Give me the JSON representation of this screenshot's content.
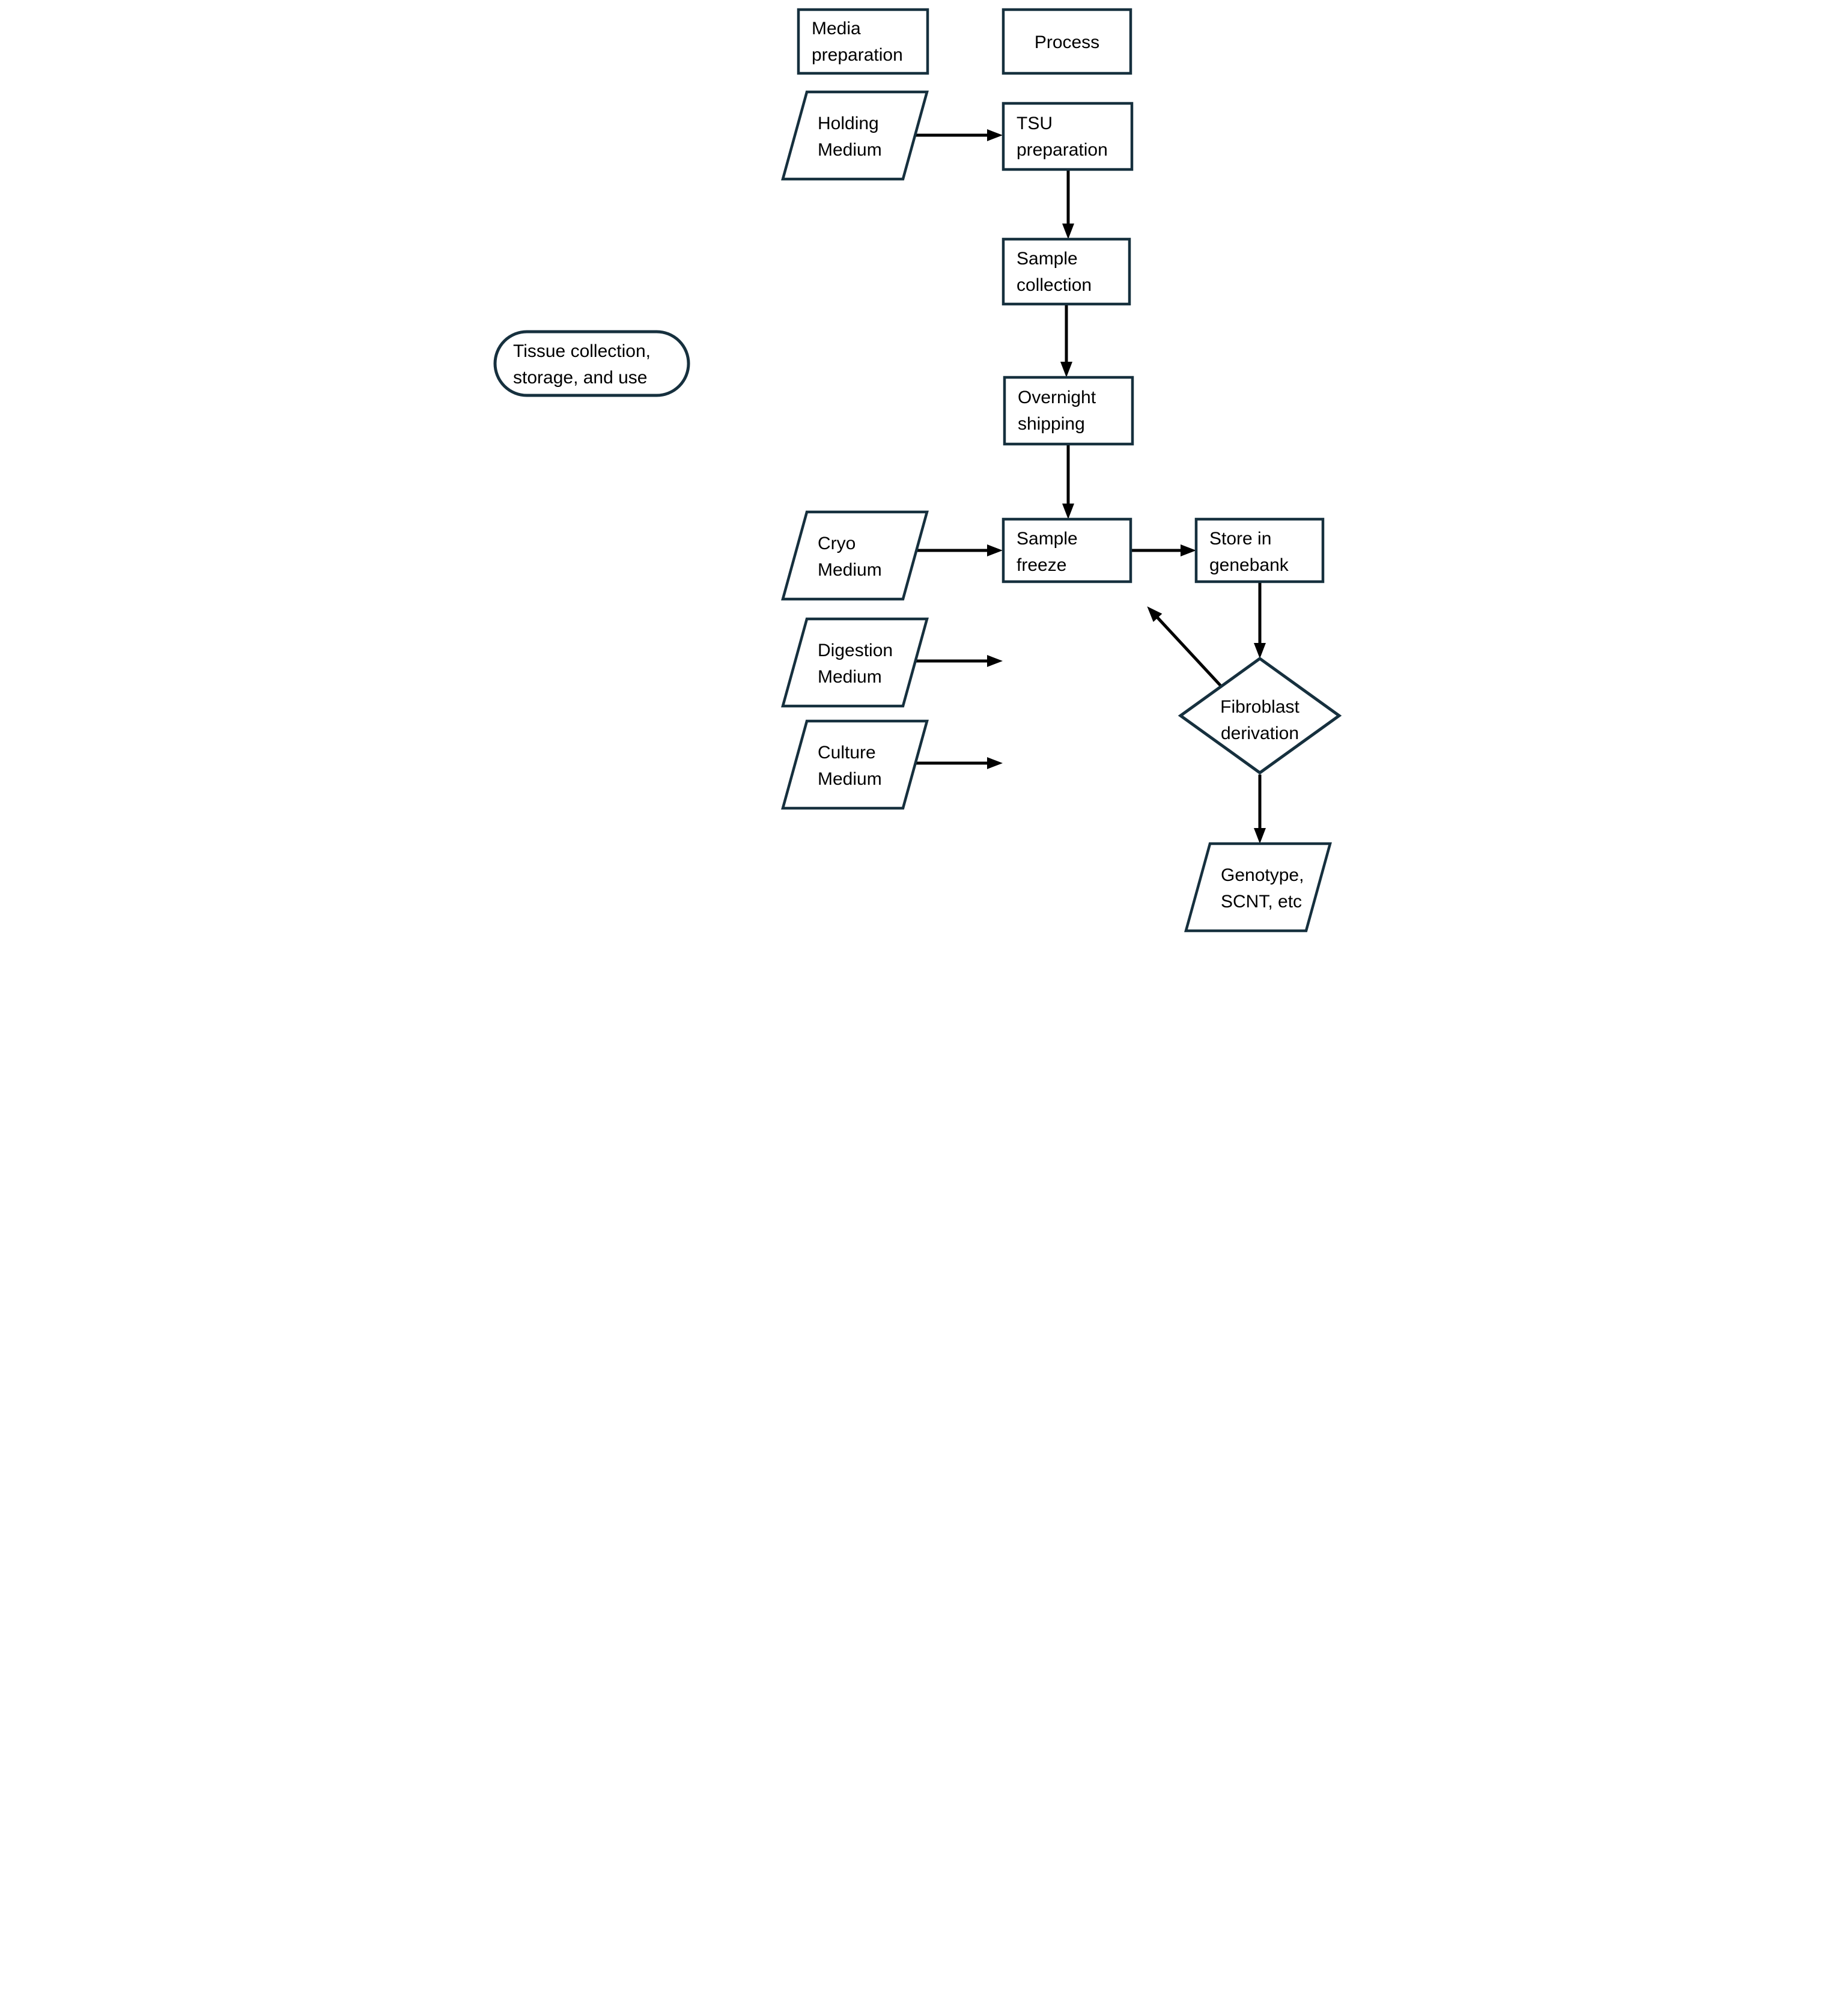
{
  "diagram": {
    "kind": "flowchart",
    "background": "#ffffff"
  },
  "colors": {
    "shape_border": "#16303e",
    "arrow": "#000000",
    "text": "#000000",
    "shape_fill": "#ffffff"
  },
  "nodes": {
    "media_preparation": {
      "shape": "process-rectangle",
      "line1": "Media",
      "line2": "preparation"
    },
    "process": {
      "shape": "process-rectangle",
      "line1": "Process"
    },
    "holding_medium": {
      "shape": "data-parallelogram",
      "line1": "Holding",
      "line2": "Medium"
    },
    "tsu_preparation": {
      "shape": "process-rectangle",
      "line1": "TSU",
      "line2": "preparation"
    },
    "sample_collection": {
      "shape": "process-rectangle",
      "line1": "Sample",
      "line2": "collection"
    },
    "overnight_shipping": {
      "shape": "process-rectangle",
      "line1": "Overnight",
      "line2": "shipping"
    },
    "tissue_collection": {
      "shape": "terminator-stadium",
      "line1": "Tissue collection,",
      "line2": "storage, and use"
    },
    "cryo_medium": {
      "shape": "data-parallelogram",
      "line1": "Cryo",
      "line2": "Medium"
    },
    "sample_freeze": {
      "shape": "process-rectangle",
      "line1": "Sample",
      "line2": "freeze"
    },
    "store_in_genebank": {
      "shape": "process-rectangle",
      "line1": "Store in",
      "line2": "genebank"
    },
    "fibroblast_derivation": {
      "shape": "decision-diamond",
      "line1": "Fibroblast",
      "line2": "derivation"
    },
    "genotype_scnt": {
      "shape": "data-parallelogram",
      "line1": "Genotype,",
      "line2": "SCNT, etc"
    },
    "digestion_medium": {
      "shape": "data-parallelogram",
      "line1": "Digestion",
      "line2": "Medium"
    },
    "culture_medium": {
      "shape": "data-parallelogram",
      "line1": "Culture",
      "line2": "Medium"
    }
  },
  "edges": [
    {
      "from": "holding_medium",
      "to": "tsu_preparation"
    },
    {
      "from": "tsu_preparation",
      "to": "sample_collection"
    },
    {
      "from": "sample_collection",
      "to": "overnight_shipping"
    },
    {
      "from": "overnight_shipping",
      "to": "sample_freeze"
    },
    {
      "from": "cryo_medium",
      "to": "sample_freeze"
    },
    {
      "from": "sample_freeze",
      "to": "store_in_genebank"
    },
    {
      "from": "store_in_genebank",
      "to": "fibroblast_derivation"
    },
    {
      "from": "fibroblast_derivation",
      "to": "sample_freeze"
    },
    {
      "from": "fibroblast_derivation",
      "to": "genotype_scnt"
    },
    {
      "from": "digestion_medium",
      "to": ""
    },
    {
      "from": "culture_medium",
      "to": ""
    }
  ]
}
